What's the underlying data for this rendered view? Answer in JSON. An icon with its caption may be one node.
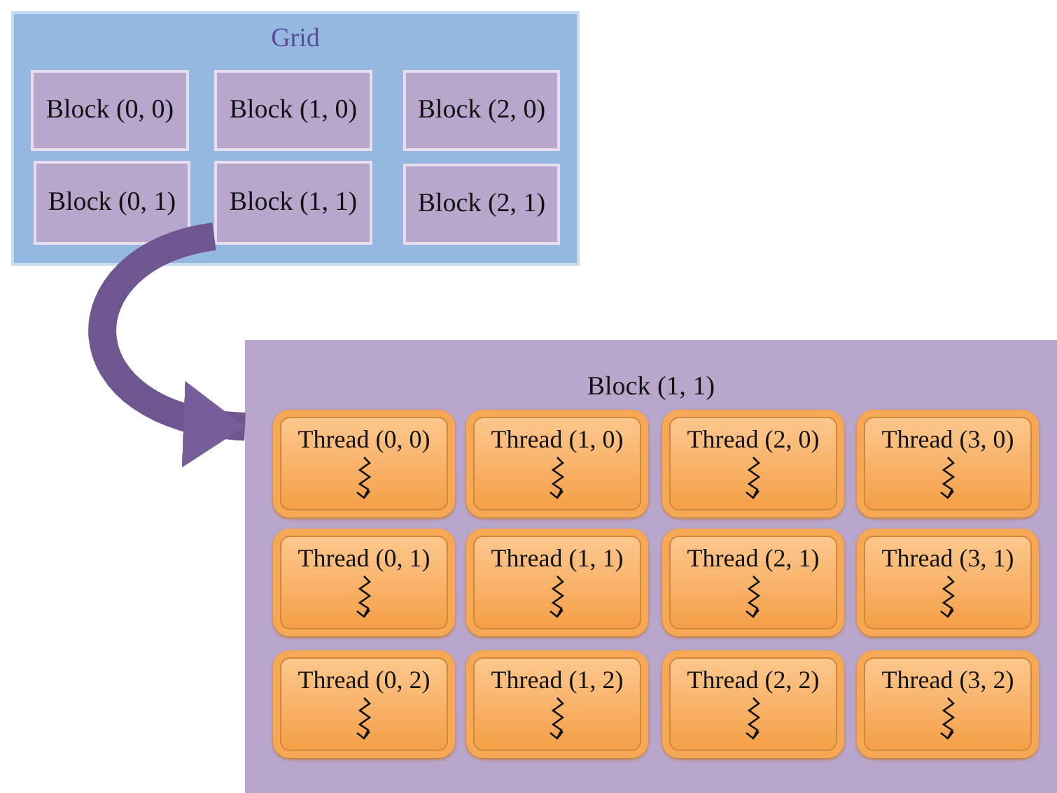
{
  "diagram": {
    "nodes": [
      {
        "text": [
          "Grid"
        ]
      },
      {
        "text": [
          "Block (0, 0)"
        ],
        "in": 0
      },
      {
        "text": [
          "Block (1, 0)"
        ],
        "in": 0
      },
      {
        "text": [
          "Block (2, 0)"
        ],
        "in": 0
      },
      {
        "text": [
          "Block (0, 1)"
        ],
        "in": 0
      },
      {
        "text": [
          "Block (1, 1)"
        ],
        "in": 0
      },
      {
        "text": [
          "Block (2, 1)"
        ],
        "in": 0
      },
      {
        "text": [
          "Block (1, 1)"
        ]
      },
      {
        "text": [
          "Thread (0, 0)"
        ],
        "in": 7
      },
      {
        "text": [
          "Thread (1, 0)"
        ],
        "in": 7
      },
      {
        "text": [
          "Thread (2, 0)"
        ],
        "in": 7
      },
      {
        "text": [
          "Thread (3, 0)"
        ],
        "in": 7
      },
      {
        "text": [
          "Thread (0, 1)"
        ],
        "in": 7
      },
      {
        "text": [
          "Thread (1, 1)"
        ],
        "in": 7
      },
      {
        "text": [
          "Thread (2, 1)"
        ],
        "in": 7
      },
      {
        "text": [
          "Thread (3, 1)"
        ],
        "in": 7
      },
      {
        "text": [
          "Thread (0, 2)"
        ],
        "in": 7
      },
      {
        "text": [
          "Thread (1, 2)"
        ],
        "in": 7
      },
      {
        "text": [
          "Thread (2, 2)"
        ],
        "in": 7
      },
      {
        "text": [
          "Thread (3, 2)"
        ],
        "in": 7
      }
    ],
    "edges": [
      {
        "from": 5,
        "to": 7,
        "arrow": "to"
      }
    ]
  }
}
